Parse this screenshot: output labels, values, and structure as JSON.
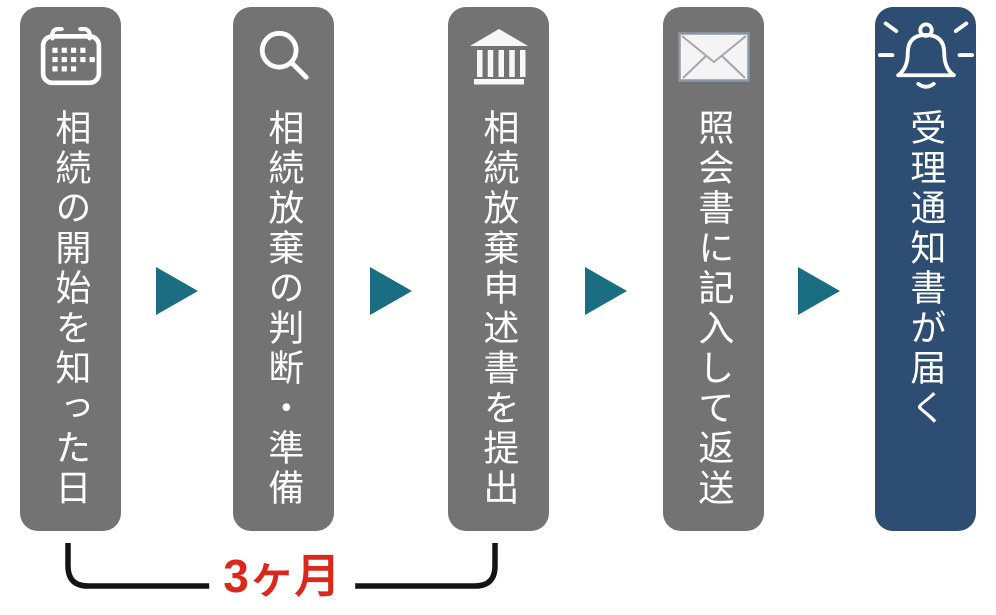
{
  "colors": {
    "pillar_gray": "#737373",
    "pillar_blue": "#2d4d72",
    "arrow_teal": "#1b6e82",
    "duration_red": "#da291c",
    "bracket_black": "#141414",
    "text_white": "#ffffff"
  },
  "flow": {
    "steps": [
      {
        "label": "相続の開始を知った日",
        "icon": "calendar-icon",
        "variant": "gray"
      },
      {
        "label": "相続放棄の判断・準備",
        "icon": "search-icon",
        "variant": "gray"
      },
      {
        "label": "相続放棄申述書を提出",
        "icon": "courthouse-icon",
        "variant": "gray"
      },
      {
        "label": "照会書に記入して返送",
        "icon": "envelope-icon",
        "variant": "gray"
      },
      {
        "label": "受理通知書が届く",
        "icon": "bell-icon",
        "variant": "blue"
      }
    ],
    "duration_label": "3ヶ月"
  }
}
